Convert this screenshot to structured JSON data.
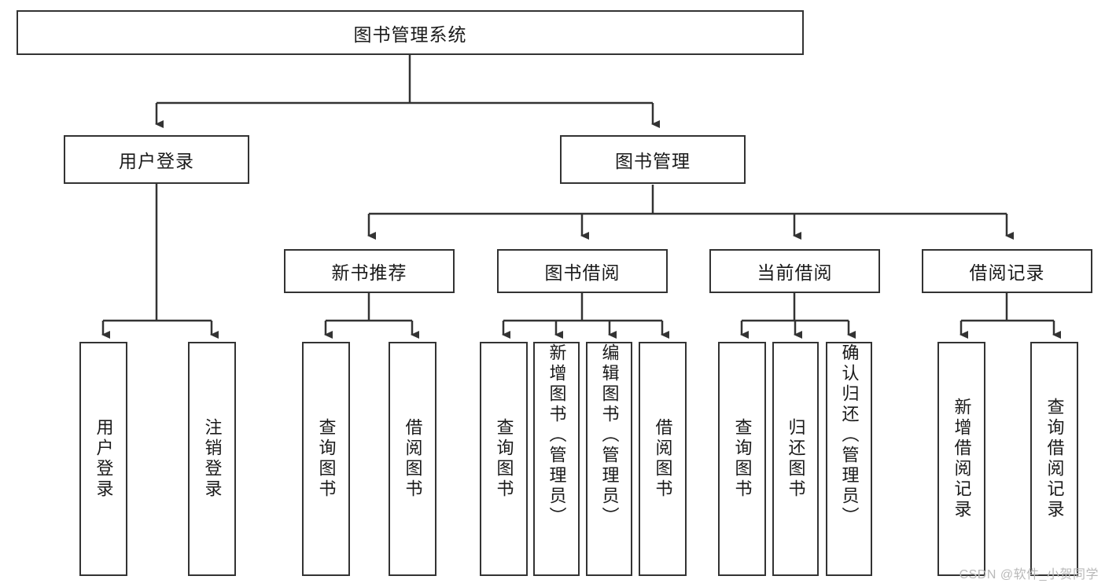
{
  "diagram": {
    "title": "图书管理系统",
    "type": "tree-hierarchy",
    "root": {
      "label": "图书管理系统"
    },
    "level2": [
      {
        "label": "用户登录"
      },
      {
        "label": "图书管理"
      }
    ],
    "level3": [
      {
        "label": "新书推荐"
      },
      {
        "label": "图书借阅"
      },
      {
        "label": "当前借阅"
      },
      {
        "label": "借阅记录"
      }
    ],
    "leaves": {
      "user_login": [
        {
          "label": "用户登录"
        },
        {
          "label": "注销登录"
        }
      ],
      "new_book_recommend": [
        {
          "label": "查询图书"
        },
        {
          "label": "借阅图书"
        }
      ],
      "book_borrow": [
        {
          "label": "查询图书"
        },
        {
          "label": "新增图书（管理员）"
        },
        {
          "label": "编辑图书（管理员）"
        },
        {
          "label": "借阅图书"
        }
      ],
      "current_borrow": [
        {
          "label": "查询图书"
        },
        {
          "label": "归还图书"
        },
        {
          "label": "确认归还（管理员）"
        }
      ],
      "borrow_record": [
        {
          "label": "新增借阅记录"
        },
        {
          "label": "查询借阅记录"
        }
      ]
    }
  },
  "watermark": {
    "text": "CSDN @软件_小贺同学"
  },
  "colors": {
    "border": "#333333",
    "text": "#1a1a1a",
    "background": "#ffffff",
    "watermark": "#b9b9b9"
  }
}
